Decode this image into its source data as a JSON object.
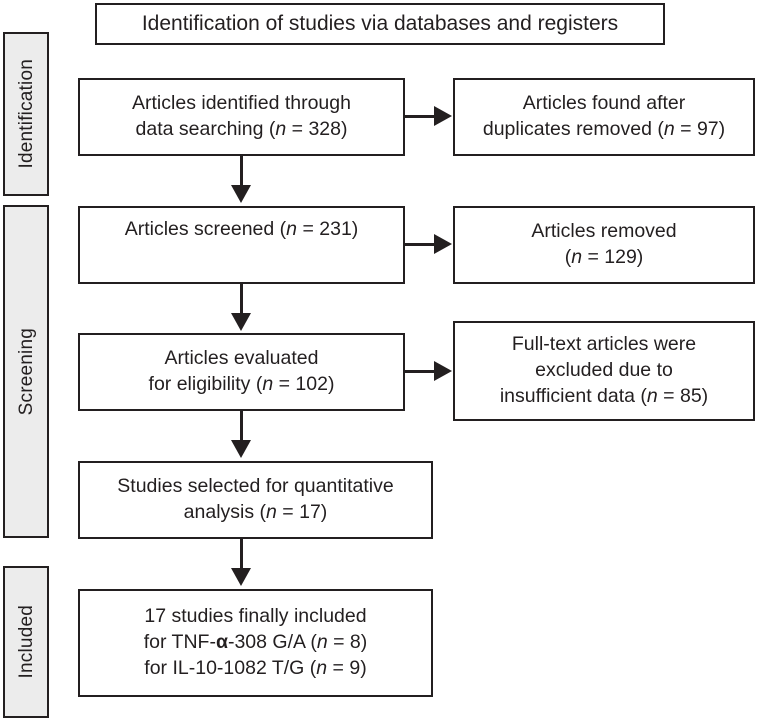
{
  "diagram": {
    "type": "prisma-flow-diagram",
    "title": "Identification of studies via databases and registers",
    "stages": [
      {
        "id": "identification",
        "label": "Identification"
      },
      {
        "id": "screening",
        "label": "Screening"
      },
      {
        "id": "included",
        "label": "Included"
      }
    ],
    "boxes": [
      {
        "id": "articles-identified",
        "column": "left",
        "stage": "identification",
        "lines": [
          {
            "text": "Articles identified through"
          },
          {
            "pre": "data searching (",
            "italic": "n",
            "post": " = 328)"
          }
        ],
        "n": 328
      },
      {
        "id": "articles-found-after-duplicates",
        "column": "right",
        "stage": "identification",
        "lines": [
          {
            "text": "Articles found after"
          },
          {
            "pre": "duplicates removed (",
            "italic": "n",
            "post": " = 97)"
          }
        ],
        "n": 97
      },
      {
        "id": "articles-screened",
        "column": "left",
        "stage": "screening",
        "lines": [
          {
            "pre": "Articles screened (",
            "italic": "n",
            "post": " = 231)"
          }
        ],
        "n": 231
      },
      {
        "id": "articles-removed",
        "column": "right",
        "stage": "screening",
        "lines": [
          {
            "text": "Articles removed"
          },
          {
            "pre": "(",
            "italic": "n",
            "post": " = 129)"
          }
        ],
        "n": 129
      },
      {
        "id": "articles-evaluated",
        "column": "left",
        "stage": "screening",
        "lines": [
          {
            "text": "Articles evaluated"
          },
          {
            "pre": "for eligibility (",
            "italic": "n",
            "post": " = 102)"
          }
        ],
        "n": 102
      },
      {
        "id": "fulltext-excluded",
        "column": "right",
        "stage": "screening",
        "lines": [
          {
            "text": "Full-text articles were"
          },
          {
            "text": "excluded due to"
          },
          {
            "pre": "insufficient data (",
            "italic": "n",
            "post": " = 85)"
          }
        ],
        "n": 85
      },
      {
        "id": "studies-selected",
        "column": "left",
        "stage": "screening",
        "lines": [
          {
            "text": "Studies selected for quantitative"
          },
          {
            "pre": "analysis (",
            "italic": "n",
            "post": " = 17)"
          }
        ],
        "n": 17
      },
      {
        "id": "studies-included",
        "column": "left",
        "stage": "included",
        "lines": [
          {
            "text": "17 studies finally included"
          },
          {
            "pre": "for TNF-",
            "bold": "α",
            "mid": "-308 G/A (",
            "italic": "n",
            "post": " = 8)"
          },
          {
            "pre": "for IL-10-1082 T/G (",
            "italic": "n",
            "post": " = 9)"
          }
        ],
        "n_total": 17,
        "n_tnf": 8,
        "n_il10": 9
      }
    ],
    "colors": {
      "stroke": "#231f20",
      "stage_fill": "#ececec",
      "box_fill": "#ffffff",
      "page_background": "#ffffff"
    }
  }
}
